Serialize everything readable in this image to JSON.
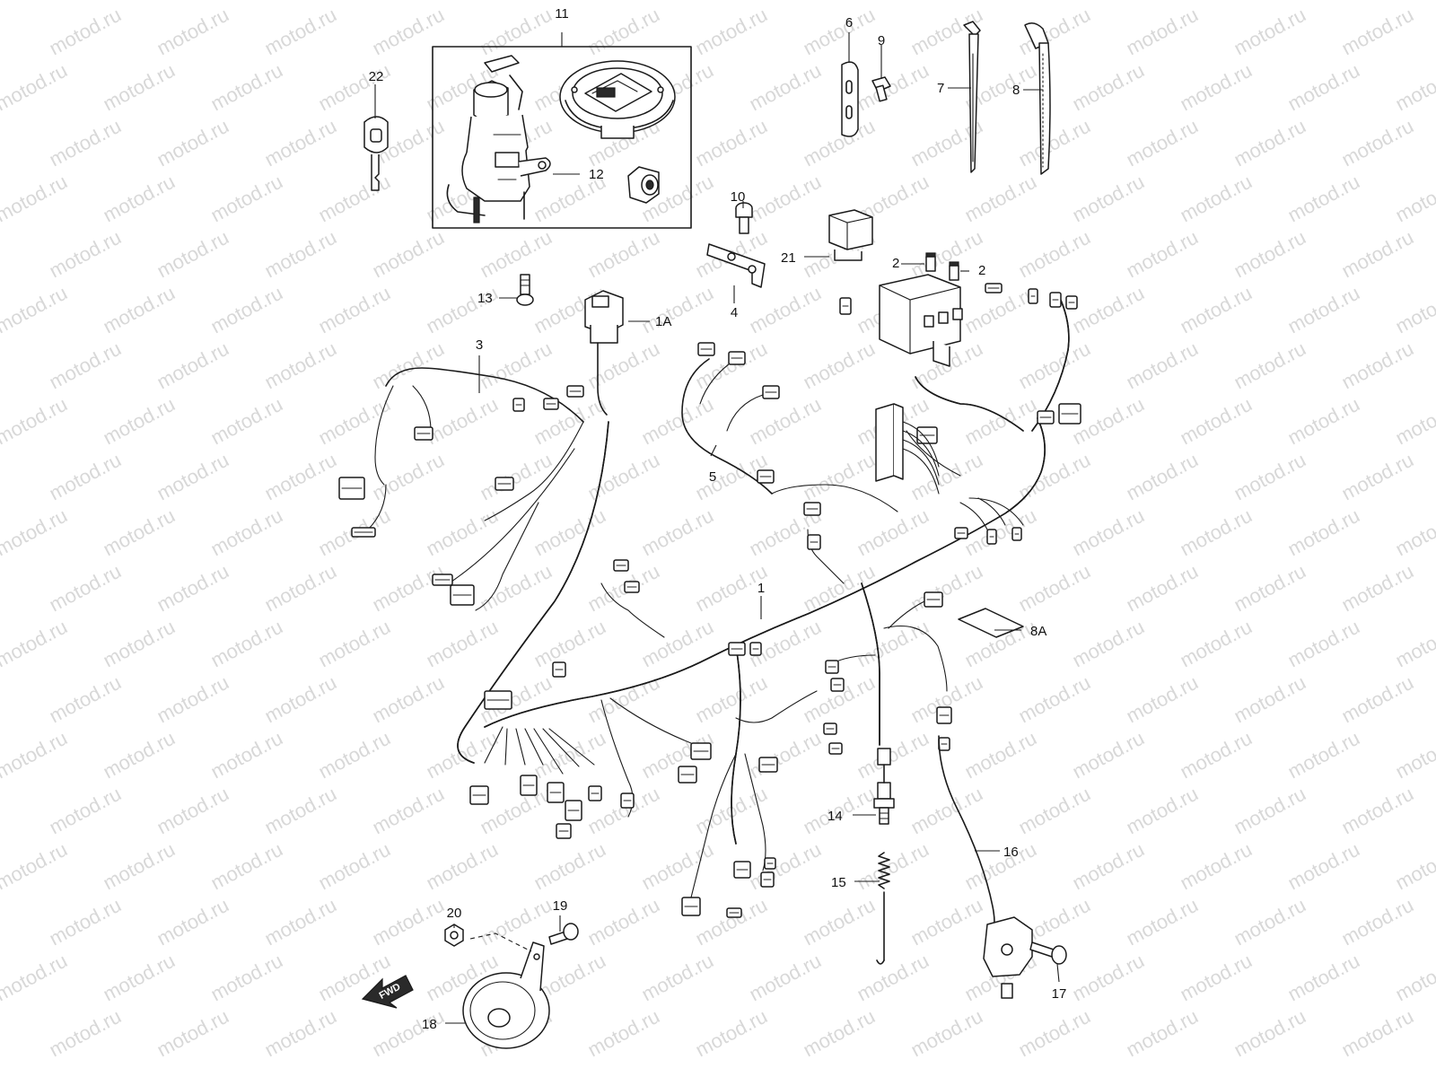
{
  "watermark": "motod.ru",
  "direction_label": "FWD",
  "callouts": {
    "c1": "1",
    "c1A": "1A",
    "c2a": "2",
    "c2b": "2",
    "c3": "3",
    "c4": "4",
    "c5": "5",
    "c6": "6",
    "c7": "7",
    "c8": "8",
    "c8A": "8A",
    "c9": "9",
    "c10": "10",
    "c11": "11",
    "c12": "12",
    "c13": "13",
    "c14": "14",
    "c15": "15",
    "c16": "16",
    "c17": "17",
    "c18": "18",
    "c19": "19",
    "c20": "20",
    "c21": "21",
    "c22": "22"
  },
  "colors": {
    "ink": "#1a1a1a",
    "watermark": "#d8d8d8",
    "background": "#ffffff"
  }
}
